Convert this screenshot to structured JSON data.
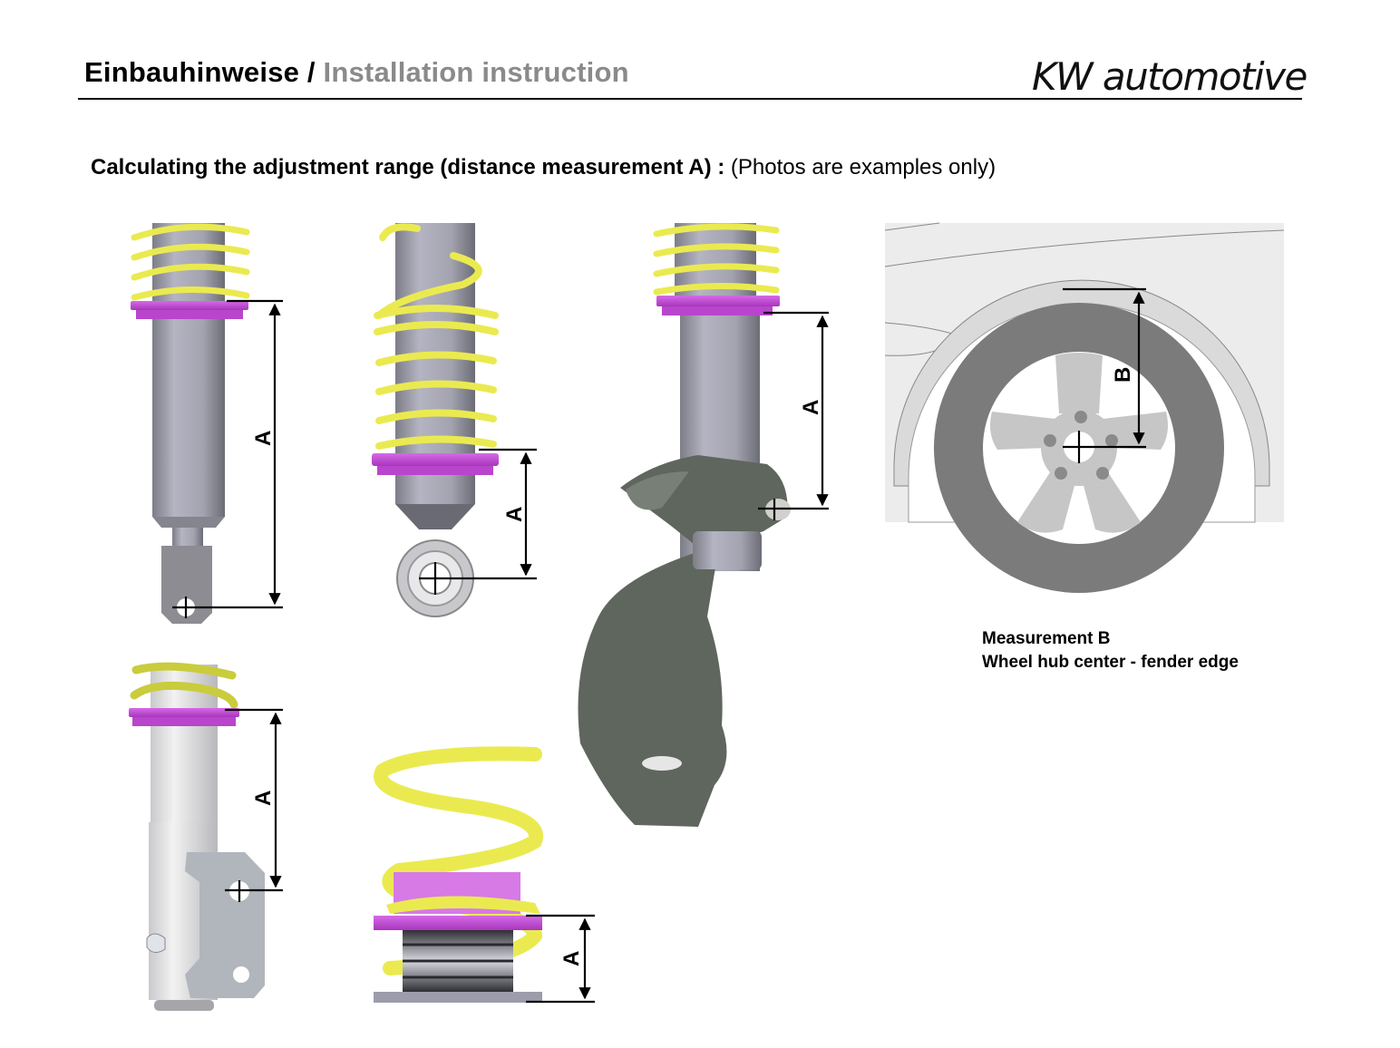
{
  "header": {
    "title_de": "Einbauhinweise",
    "separator": " / ",
    "title_en": "Installation instruction",
    "logo": "KW automotive"
  },
  "section": {
    "title_bold": "Calculating the adjustment range (distance measurement A) :",
    "title_note": " (Photos are examples only)"
  },
  "figures": {
    "fig1": {
      "description": "Coilover with fork/eye mount",
      "dimension_label": "A"
    },
    "fig2": {
      "description": "Coilover with bushing eye mount",
      "dimension_label": "A"
    },
    "fig3": {
      "description": "Coilover strut on steering knuckle",
      "dimension_label": "A"
    },
    "fig4": {
      "description": "Strut with bracket mount",
      "dimension_label": "A"
    },
    "fig5": {
      "description": "Spring seat with threaded body",
      "dimension_label": "A"
    },
    "fig6": {
      "description": "Wheel in fender arch",
      "dimension_label": "B"
    }
  },
  "measurement_b": {
    "title": "Measurement B",
    "subtitle": "Wheel hub center - fender edge"
  },
  "colors": {
    "spring": "#f2f25a",
    "spring_seat": "#c84fd8",
    "body": "#9a9aa8",
    "tire": "#7b7b7b",
    "rim": "#c6c6c6",
    "fender": "#ececec"
  }
}
